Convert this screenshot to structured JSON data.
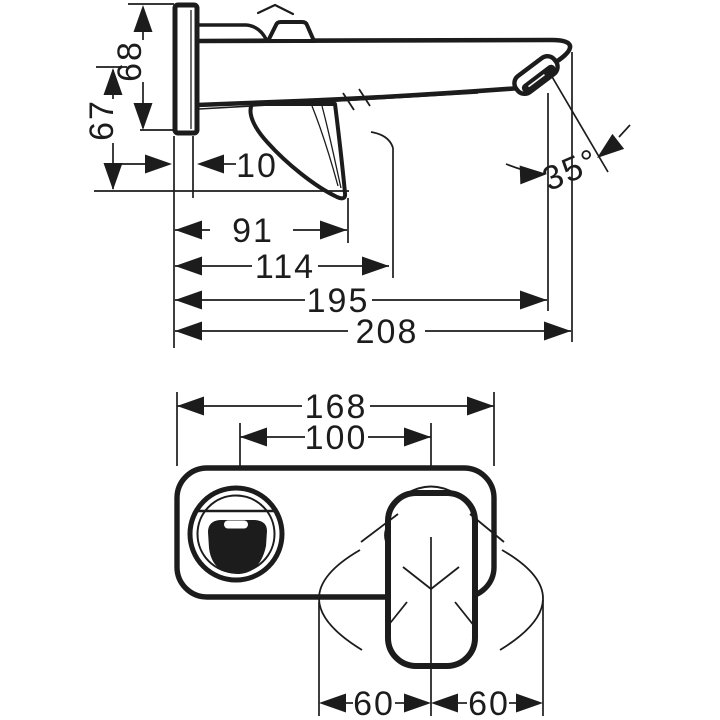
{
  "colors": {
    "line": "#1c1c1c",
    "background": "#ffffff"
  },
  "side_view": {
    "dims": {
      "height_top": "68",
      "height_bottom": "67",
      "plate_depth": "10",
      "lever_reach": "91",
      "lever_open_reach": "114",
      "outlet_reach": "195",
      "spout_reach": "208",
      "outlet_angle": "35°"
    }
  },
  "front_view": {
    "dims": {
      "plate_width": "168",
      "center_distance": "100",
      "swing_left": "60",
      "swing_right": "60"
    }
  }
}
